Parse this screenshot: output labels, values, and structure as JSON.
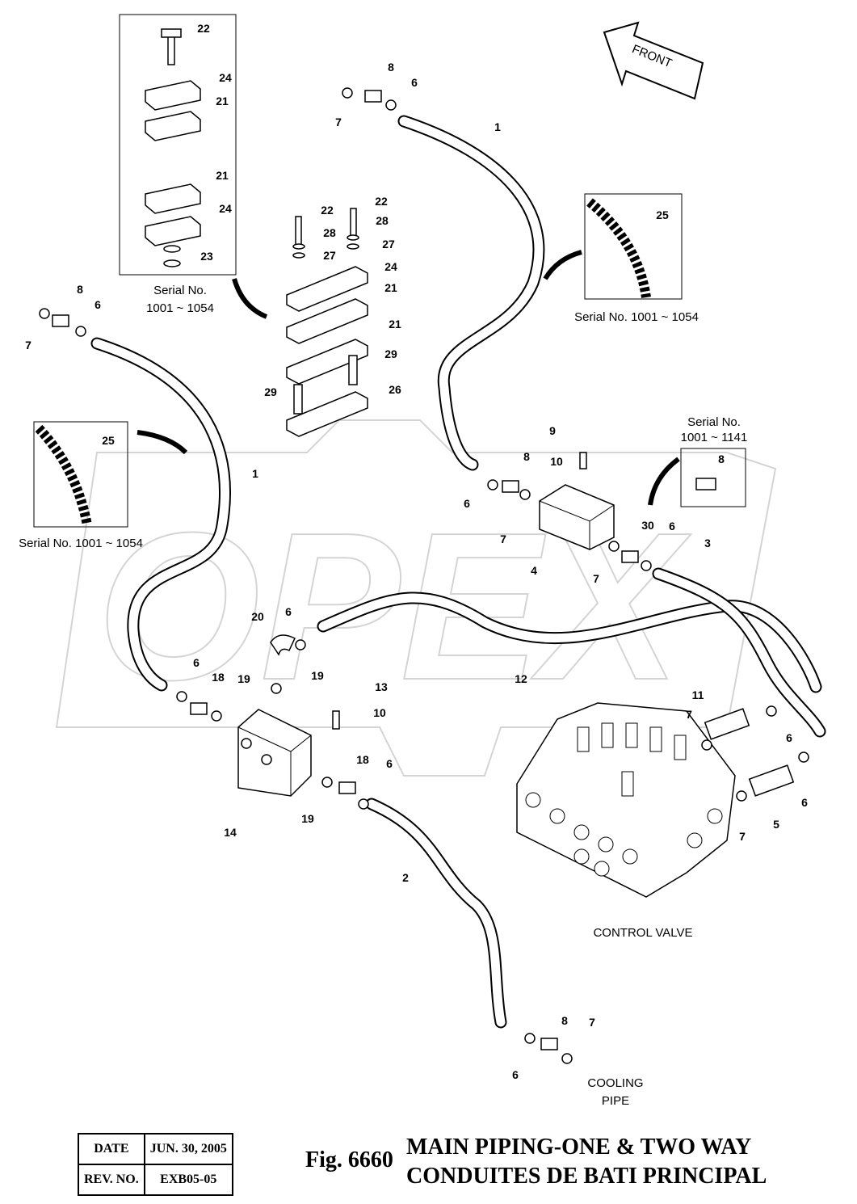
{
  "front_label": "FRONT",
  "watermark": "OPEX",
  "notes": {
    "serial_top_left_1": "Serial No.",
    "serial_top_left_2": "1001 ~ 1054",
    "serial_top_right": "Serial No. 1001 ~ 1054",
    "serial_left": "Serial No. 1001 ~ 1054",
    "serial_right_1": "Serial No.",
    "serial_right_2": "1001 ~ 1141",
    "control_valve": "CONTROL VALVE",
    "cooling_1": "COOLING",
    "cooling_2": "PIPE"
  },
  "callouts": [
    "22",
    "24",
    "21",
    "21",
    "24",
    "23",
    "8",
    "6",
    "7",
    "1",
    "22",
    "22",
    "28",
    "28",
    "27",
    "27",
    "24",
    "21",
    "21",
    "29",
    "29",
    "26",
    "25",
    "8",
    "6",
    "7",
    "25",
    "1",
    "9",
    "10",
    "8",
    "6",
    "7",
    "8",
    "30",
    "6",
    "3",
    "4",
    "7",
    "20",
    "6",
    "12",
    "6",
    "18",
    "19",
    "19",
    "13",
    "10",
    "11",
    "7",
    "6",
    "18",
    "6",
    "6",
    "7",
    "5",
    "14",
    "19",
    "2",
    "8",
    "7",
    "6"
  ],
  "title_block": {
    "date_label": "DATE",
    "date_value": "JUN. 30, 2005",
    "rev_label": "REV. NO.",
    "rev_value": "EXB05-05"
  },
  "figure_number": "Fig. 6660",
  "title_line1": "MAIN PIPING-ONE & TWO WAY",
  "title_line2": "CONDUITES DE BATI PRINCIPAL"
}
